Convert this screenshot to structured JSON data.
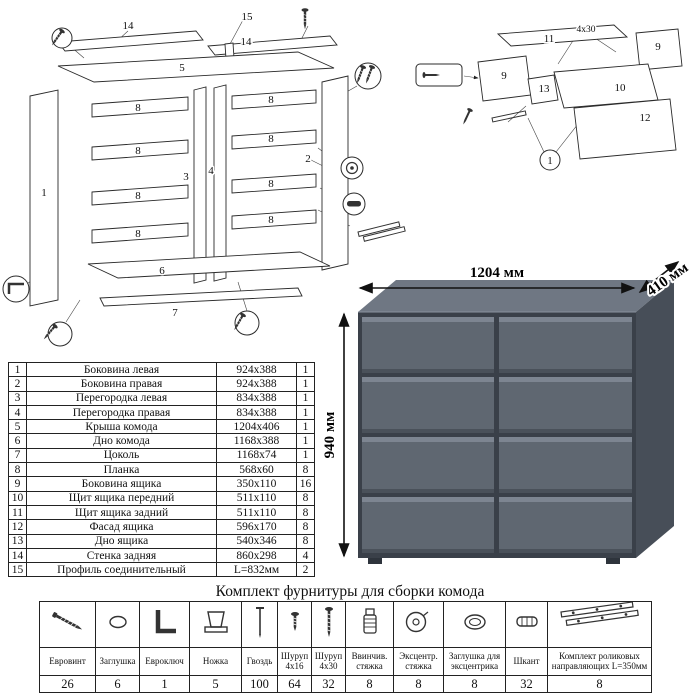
{
  "labels_main": {
    "p1": "1",
    "p2": "2",
    "p3": "3",
    "p4": "4",
    "p5": "5",
    "p6": "6",
    "p7": "7",
    "p8": "8",
    "p14": "14",
    "p15": "15"
  },
  "labels_drawer": {
    "p9": "9",
    "p10": "10",
    "p11": "11",
    "p12": "12",
    "p13": "13",
    "screw": "4x30",
    "step": "1"
  },
  "render": {
    "width_label": "1204 мм",
    "depth_label": "410 мм",
    "height_label": "940 мм"
  },
  "parts_table": {
    "rows": [
      {
        "n": "1",
        "name": "Боковина левая",
        "size": "924x388",
        "qty": "1"
      },
      {
        "n": "2",
        "name": "Боковина правая",
        "size": "924x388",
        "qty": "1"
      },
      {
        "n": "3",
        "name": "Перегородка левая",
        "size": "834x388",
        "qty": "1"
      },
      {
        "n": "4",
        "name": "Перегородка правая",
        "size": "834x388",
        "qty": "1"
      },
      {
        "n": "5",
        "name": "Крыша комода",
        "size": "1204x406",
        "qty": "1"
      },
      {
        "n": "6",
        "name": "Дно комода",
        "size": "1168x388",
        "qty": "1"
      },
      {
        "n": "7",
        "name": "Цоколь",
        "size": "1168x74",
        "qty": "1"
      },
      {
        "n": "8",
        "name": "Планка",
        "size": "568x60",
        "qty": "8"
      },
      {
        "n": "9",
        "name": "Боковина ящика",
        "size": "350x110",
        "qty": "16"
      },
      {
        "n": "10",
        "name": "Щит ящика передний",
        "size": "511x110",
        "qty": "8"
      },
      {
        "n": "11",
        "name": "Щит ящика задний",
        "size": "511x110",
        "qty": "8"
      },
      {
        "n": "12",
        "name": "Фасад ящика",
        "size": "596x170",
        "qty": "8"
      },
      {
        "n": "13",
        "name": "Дно ящика",
        "size": "540x346",
        "qty": "8"
      },
      {
        "n": "14",
        "name": "Стенка задняя",
        "size": "860x298",
        "qty": "4"
      },
      {
        "n": "15",
        "name": "Профиль соединительный",
        "size": "L=832мм",
        "qty": "2"
      }
    ]
  },
  "hardware": {
    "title": "Комплект фурнитуры для сборки комода",
    "items": [
      {
        "name": "Евровинт",
        "qty": "26"
      },
      {
        "name": "Заглушка",
        "qty": "6"
      },
      {
        "name": "Евроключ",
        "qty": "1"
      },
      {
        "name": "Ножка",
        "qty": "5"
      },
      {
        "name": "Гвоздь",
        "qty": "100"
      },
      {
        "name": "Шуруп 4x16",
        "qty": "64"
      },
      {
        "name": "Шуруп 4x30",
        "qty": "32"
      },
      {
        "name": "Ввинчив. стяжка",
        "qty": "8"
      },
      {
        "name": "Эксцентр. стяжка",
        "qty": "8"
      },
      {
        "name": "Заглушка для эксцентрика",
        "qty": "8"
      },
      {
        "name": "Шкант",
        "qty": "32"
      },
      {
        "name": "Комплект роликовых направляющих L=350мм",
        "qty": "8"
      }
    ]
  }
}
